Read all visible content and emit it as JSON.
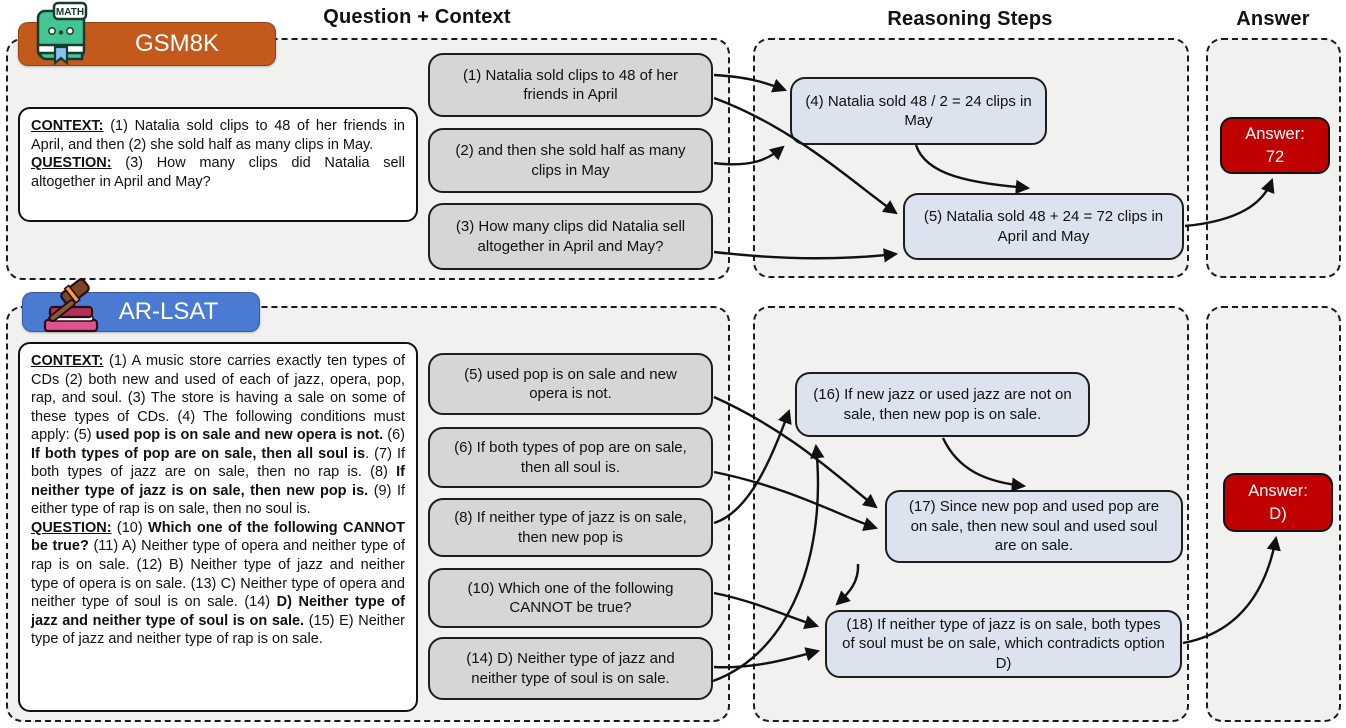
{
  "headers": {
    "question_context": "Question + Context",
    "reasoning": "Reasoning Steps",
    "answer": "Answer"
  },
  "rows": [
    {
      "name": "GSM8K",
      "badge": {
        "label": "GSM8K",
        "color": "#c4591c",
        "icon": "math-book",
        "icon_label": "MATH"
      },
      "context": {
        "paragraphs": [
          [
            {
              "t": "CONTEXT:",
              "b": true,
              "u": true
            },
            {
              "t": " (1) Natalia sold clips to 48 of her friends in April, and then (2) she sold half as many clips in May."
            }
          ],
          [
            {
              "t": "QUESTION:",
              "b": true,
              "u": true
            },
            {
              "t": " (3) How many clips did Natalia sell altogether in April and May?"
            }
          ]
        ]
      },
      "sentences": [
        "(1) Natalia sold clips to 48 of her friends in April",
        "(2) and then she sold half as many clips in May",
        "(3) How many clips did Natalia sell altogether in April and May?"
      ],
      "steps": [
        "(4) Natalia sold 48 / 2 = 24 clips in May",
        "(5) Natalia sold 48 + 24 = 72 clips in April and May"
      ],
      "answer": {
        "prefix": "Answer:",
        "value": "72",
        "color": "#c00000"
      },
      "edges": [
        {
          "from": "sentence-1",
          "to": "step-4"
        },
        {
          "from": "sentence-1",
          "to": "step-5"
        },
        {
          "from": "sentence-2",
          "to": "step-4"
        },
        {
          "from": "sentence-3",
          "to": "step-5"
        },
        {
          "from": "step-4",
          "to": "step-5"
        },
        {
          "from": "step-5",
          "to": "answer-72"
        }
      ]
    },
    {
      "name": "AR-LSAT",
      "badge": {
        "label": "AR-LSAT",
        "color": "#4a7ad1",
        "icon": "gavel-books"
      },
      "context": {
        "paragraphs": [
          [
            {
              "t": "CONTEXT:",
              "b": true,
              "u": true
            },
            {
              "t": " (1) A music store carries exactly ten types of CDs (2) both new and used of each of jazz, opera, pop, rap, and soul. (3) The store is having a sale on some of these types of CDs. (4) The following conditions must apply: (5) "
            },
            {
              "t": "used pop is on sale and new opera is not.",
              "b": true
            },
            {
              "t": " (6) "
            },
            {
              "t": "If both types of pop are on sale, then all soul is",
              "b": true
            },
            {
              "t": ". (7) If both types of jazz are on sale, then no rap is. (8) "
            },
            {
              "t": "If neither type of jazz is on sale, then new pop is.",
              "b": true
            },
            {
              "t": " (9) If either type of rap is on sale, then no soul is."
            }
          ],
          [
            {
              "t": "QUESTION:",
              "b": true,
              "u": true
            },
            {
              "t": " (10) "
            },
            {
              "t": "Which one of the following CANNOT be true?",
              "b": true
            },
            {
              "t": " (11) A) Neither type of opera and neither type of rap is on sale. (12) B) Neither type of jazz and neither type of opera is on sale. (13) C) Neither type of opera and neither type of soul is on sale. (14) "
            },
            {
              "t": "D) Neither type of jazz and neither type of soul is on sale.",
              "b": true
            },
            {
              "t": " (15) E) Neither type of jazz and neither type of rap is on sale."
            }
          ]
        ]
      },
      "sentences": [
        "(5) used pop is on sale and new opera is not.",
        "(6) If both types of pop are on sale, then all soul is.",
        "(8) If neither type of jazz is on sale, then new pop is",
        "(10) Which one of the following CANNOT be true?",
        "(14) D) Neither type of jazz and neither type of soul is on sale."
      ],
      "steps": [
        "(16) If new jazz or used jazz are not on sale, then new pop is on sale.",
        "(17) Since new pop and used pop are on sale, then new soul and used soul are on sale.",
        "(18) If neither type of jazz is on sale, both types of soul must be on sale, which contradicts option D)"
      ],
      "answer": {
        "prefix": "Answer:",
        "value": "D)",
        "color": "#c00000"
      },
      "edges": [
        {
          "from": "sentence-5",
          "to": "step-17"
        },
        {
          "from": "sentence-6",
          "to": "step-17"
        },
        {
          "from": "sentence-8",
          "to": "step-16"
        },
        {
          "from": "sentence-10",
          "to": "step-18"
        },
        {
          "from": "sentence-14",
          "to": "step-16"
        },
        {
          "from": "sentence-14",
          "to": "step-18"
        },
        {
          "from": "step-16",
          "to": "step-17"
        },
        {
          "from": "step-17",
          "to": "step-18"
        },
        {
          "from": "step-18",
          "to": "answer-D"
        }
      ]
    }
  ]
}
